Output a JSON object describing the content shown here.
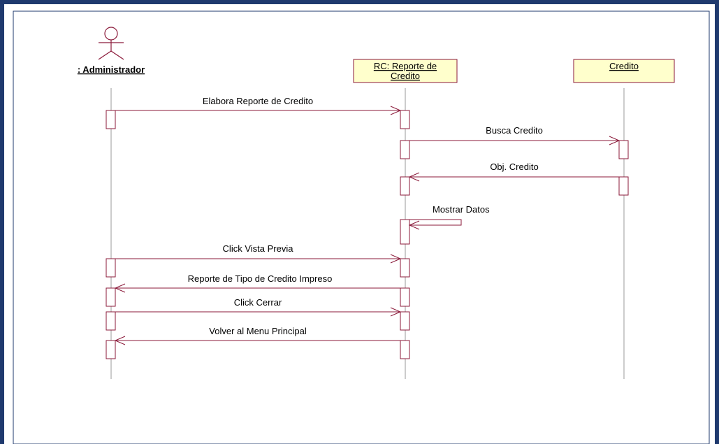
{
  "colors": {
    "frame": "#1f3a6e",
    "line": "#8b1a3a",
    "object_fill": "#ffffcc",
    "lifeline": "#9a9a9a",
    "text": "#000000"
  },
  "participants": [
    {
      "id": "admin",
      "kind": "actor",
      "label": ": Administrador"
    },
    {
      "id": "rc",
      "kind": "object",
      "label_lines": [
        "RC: Reporte de ",
        "Credito"
      ]
    },
    {
      "id": "credito",
      "kind": "object",
      "label_lines": [
        "Credito"
      ]
    }
  ],
  "messages": [
    {
      "from": "admin",
      "to": "rc",
      "label": "Elabora  Reporte de Credito"
    },
    {
      "from": "rc",
      "to": "credito",
      "label": "Busca Credito"
    },
    {
      "from": "credito",
      "to": "rc",
      "label": "Obj. Credito"
    },
    {
      "from": "rc",
      "to": "rc",
      "label": "Mostrar Datos"
    },
    {
      "from": "admin",
      "to": "rc",
      "label": "Click Vista Previa"
    },
    {
      "from": "rc",
      "to": "admin",
      "label": "Reporte de Tipo de Credito Impreso"
    },
    {
      "from": "admin",
      "to": "rc",
      "label": "Click Cerrar"
    },
    {
      "from": "rc",
      "to": "admin",
      "label": "Volver al Menu Principal"
    }
  ]
}
